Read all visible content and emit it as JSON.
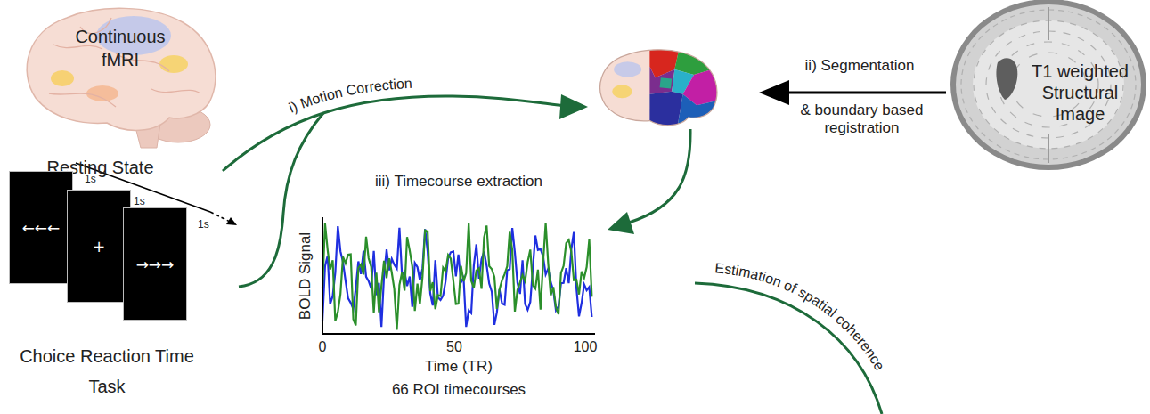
{
  "diagram": {
    "nodes": [
      {
        "text": [
          "Continuous fMRI",
          "Resting State"
        ]
      },
      {
        "text": [
          "Choice Reaction Time Task"
        ]
      },
      {
        "text": [
          "←←←"
        ],
        "in": 1
      },
      {
        "text": [
          "+"
        ],
        "in": 1
      },
      {
        "text": [
          "→→→"
        ],
        "in": 1
      },
      {
        "text": [
          "T1 weighted Structural Image"
        ]
      }
    ],
    "labels": [
      "1s",
      "1s",
      "1s",
      "i) Motion Correction",
      "ii) Segmentation",
      "& boundary based registration",
      "iii) Timecourse extraction",
      "BOLD Signal",
      "0",
      "50",
      "100",
      "Time (TR)",
      "66 ROI timecourses",
      "Estimation of spatial coherence"
    ]
  }
}
